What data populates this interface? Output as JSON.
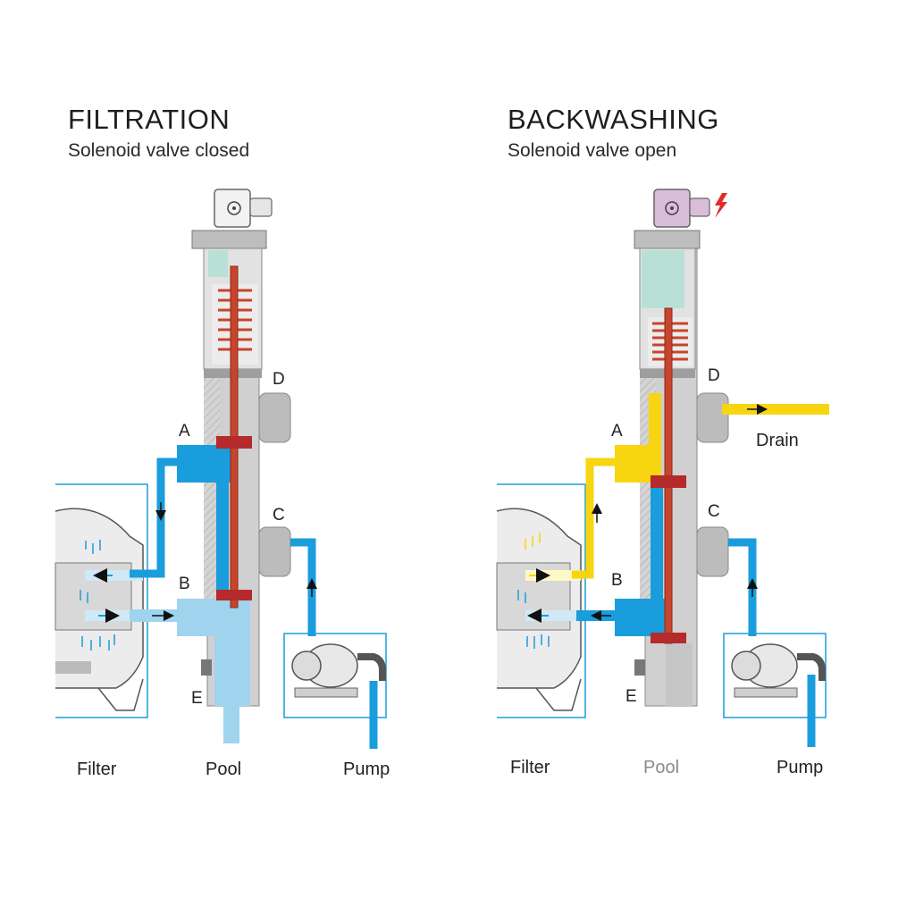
{
  "panels": {
    "filtration": {
      "title": "FILTRATION",
      "subtitle": "Solenoid valve closed",
      "labels": {
        "filter": "Filter",
        "pool": "Pool",
        "pump": "Pump"
      },
      "ports": {
        "a": "A",
        "b": "B",
        "c": "C",
        "d": "D",
        "e": "E"
      }
    },
    "backwashing": {
      "title": "BACKWASHING",
      "subtitle": "Solenoid valve open",
      "labels": {
        "filter": "Filter",
        "pool": "Pool",
        "pump": "Pump",
        "drain": "Drain"
      },
      "ports": {
        "a": "A",
        "b": "B",
        "c": "C",
        "d": "D",
        "e": "E"
      }
    }
  },
  "colors": {
    "water_blue": "#1a9ddc",
    "light_blue": "#9fd3ee",
    "drain_yellow": "#f7d511",
    "valve_grey": "#c9c9c9",
    "rod_red": "#c8442c",
    "solenoid_pink": "#d9bdd9",
    "lightning_red": "#e52a2a",
    "chamber_mint": "#b8e0d6"
  },
  "icons": [
    "lightning-icon",
    "solenoid-icon",
    "spring-icon",
    "pump-icon",
    "filter-tank-icon",
    "flow-arrow-icon"
  ]
}
